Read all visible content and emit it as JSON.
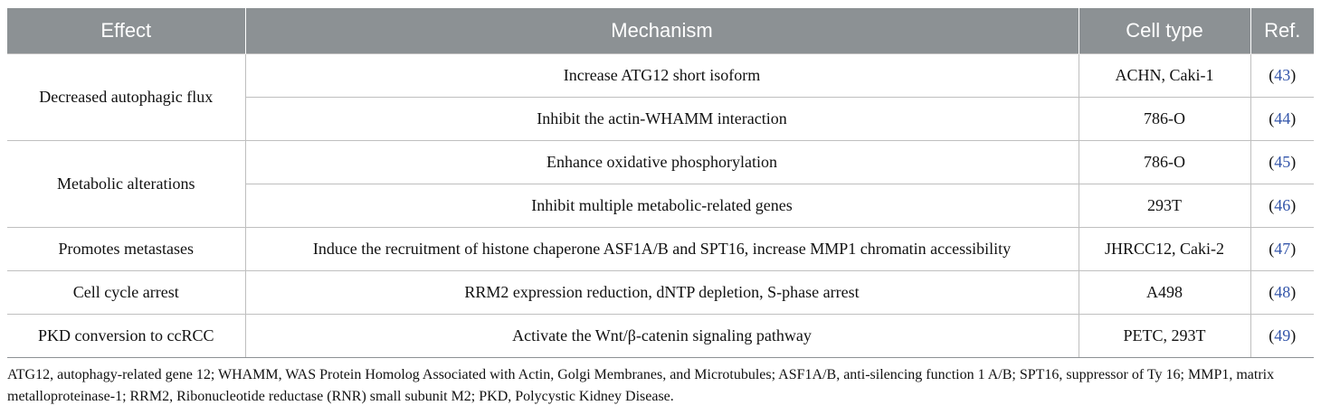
{
  "table": {
    "headers": [
      "Effect",
      "Mechanism",
      "Cell type",
      "Ref."
    ],
    "groups": [
      {
        "effect": "Decreased autophagic flux",
        "rows": [
          {
            "mechanism": "Increase ATG12 short isoform",
            "cell_type": "ACHN, Caki-1",
            "ref": "43"
          },
          {
            "mechanism": "Inhibit the actin-WHAMM interaction",
            "cell_type": "786-O",
            "ref": "44"
          }
        ]
      },
      {
        "effect": "Metabolic alterations",
        "rows": [
          {
            "mechanism": "Enhance oxidative phosphorylation",
            "cell_type": "786-O",
            "ref": "45"
          },
          {
            "mechanism": "Inhibit multiple metabolic-related genes",
            "cell_type": "293T",
            "ref": "46"
          }
        ]
      },
      {
        "effect": "Promotes metastases",
        "rows": [
          {
            "mechanism": "Induce the recruitment of histone chaperone ASF1A/B and SPT16, increase MMP1 chromatin accessibility",
            "cell_type": "JHRCC12, Caki-2",
            "ref": "47"
          }
        ]
      },
      {
        "effect": "Cell cycle arrest",
        "rows": [
          {
            "mechanism": "RRM2 expression reduction, dNTP depletion, S-phase arrest",
            "cell_type": "A498",
            "ref": "48"
          }
        ]
      },
      {
        "effect": "PKD conversion to ccRCC",
        "rows": [
          {
            "mechanism": "Activate the Wnt/β-catenin signaling pathway",
            "cell_type": "PETC, 293T",
            "ref": "49"
          }
        ]
      }
    ]
  },
  "footnote": "ATG12, autophagy-related gene 12; WHAMM, WAS Protein Homolog Associated with Actin, Golgi Membranes, and Microtubules; ASF1A/B, anti-silencing function 1 A/B; SPT16, suppressor of Ty 16; MMP1, matrix metalloproteinase-1; RRM2, Ribonucleotide reductase (RNR) small subunit M2; PKD, Polycystic Kidney Disease.",
  "colors": {
    "header_bg": "#8c9194",
    "header_text": "#ffffff",
    "ref_link": "#3355aa",
    "border": "#bfbfbf"
  }
}
